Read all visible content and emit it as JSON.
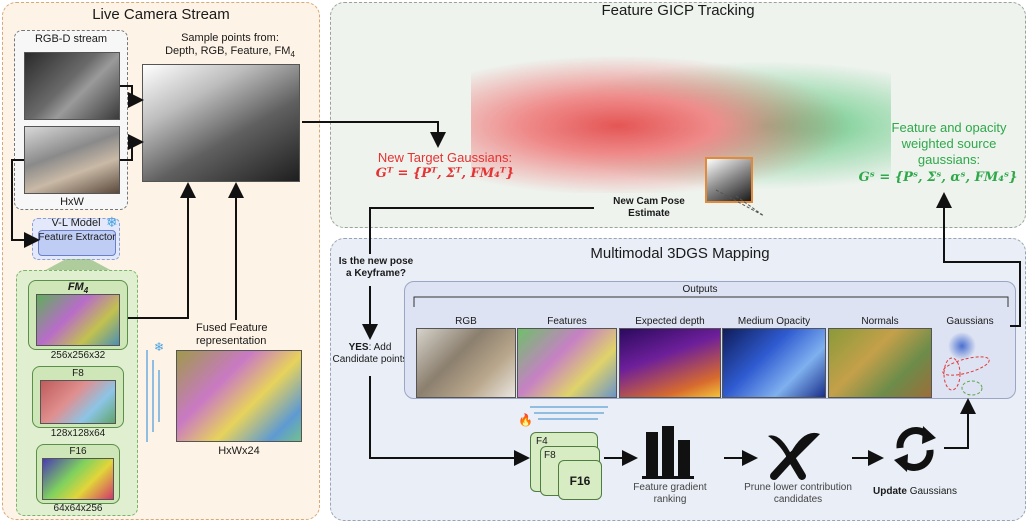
{
  "live": {
    "title": "Live Camera Stream",
    "rgbd_label": "RGB-D stream",
    "hxw": "HxW",
    "sample_label": "Sample points from:",
    "sample_items": "Depth, RGB, Feature, FM",
    "sample_sub": "4",
    "vl_model": "V-L Model",
    "feature_extractor": "Feature Extractor",
    "fm4_label": "FM",
    "fm4_sub": "4",
    "dim1": "256x256x32",
    "f8": "F8",
    "dim2": "128x128x64",
    "f16": "F16",
    "dim3": "64x64x256",
    "fused_label": "Fused Feature representation",
    "fused_dim": "HxWx24",
    "snowflake": "❄"
  },
  "tracking": {
    "title": "Feature GICP Tracking",
    "target_title": "New Target Gaussians:",
    "target_eq": "Gᵀ = {Pᵀ, Σᵀ, FM₄ᵀ}",
    "source_title": "Feature and opacity weighted source gaussians:",
    "source_eq": "Gˢ = {Pˢ, Σˢ, αˢ, FM₄ˢ}",
    "pose_label": "New Cam Pose Estimate"
  },
  "mapping": {
    "title": "Multimodal 3DGS Mapping",
    "keyframe_q": "Is the new pose a Keyframe?",
    "yes": "YES",
    "yes_rest": ": Add Candidate points",
    "outputs": "Outputs",
    "output_labels": [
      "RGB",
      "Features",
      "Expected depth",
      "Medium Opacity",
      "Normals",
      "Gaussians"
    ],
    "f4": "F4",
    "f8": "F8",
    "f16": "F16",
    "ranking": "Feature gradient ranking",
    "prune": "Prune lower contribution candidates",
    "update_bold": "Update",
    "update_rest": " Gaussians",
    "fire": "🔥"
  },
  "colors": {
    "target": "#e53232",
    "source": "#2fa84a",
    "live_panel": "#fdf3e6",
    "map_panel": "#e9eef7",
    "track_panel": "#eef3ee"
  }
}
